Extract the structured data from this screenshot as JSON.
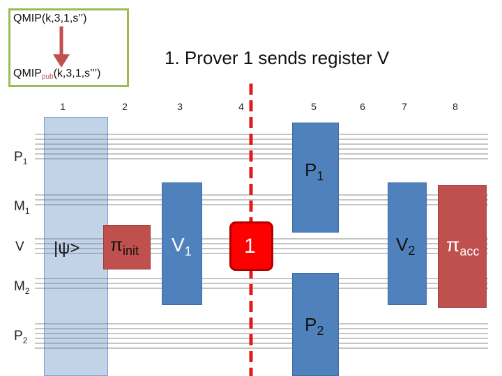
{
  "box": {
    "line1": "QMIP(k,3,1,s’’)",
    "line2_main": "QMIP",
    "line2_sub": "pub",
    "line2_rest": "(k,3,1,s’’’)"
  },
  "heading": "1. Prover 1 sends register V",
  "columns": [
    "1",
    "2",
    "3",
    "4",
    "5",
    "6",
    "7",
    "8"
  ],
  "registers": {
    "p1": {
      "main": "P",
      "sub": "1"
    },
    "m1": {
      "main": "M",
      "sub": "1"
    },
    "v": {
      "main": "V"
    },
    "m2": {
      "main": "M",
      "sub": "2"
    },
    "p2": {
      "main": "P",
      "sub": "2"
    }
  },
  "gates": {
    "psi": "|ψ>",
    "pi_init": {
      "main": "π",
      "sub": "init"
    },
    "v1": {
      "main": "V",
      "sub": "1"
    },
    "one": "1",
    "p1": {
      "main": "P",
      "sub": "1"
    },
    "v2": {
      "main": "V",
      "sub": "2"
    },
    "p2": {
      "main": "P",
      "sub": "2"
    },
    "pi_acc": {
      "main": "π",
      "sub": "acc"
    }
  },
  "colors": {
    "gate_blue": "#4f81bd",
    "gate_red": "#c0504d",
    "box_border": "#9bbb59",
    "arrow": "#c0504d",
    "dashed_line": "#e31a1c",
    "highlight_box": "#ff0000"
  }
}
